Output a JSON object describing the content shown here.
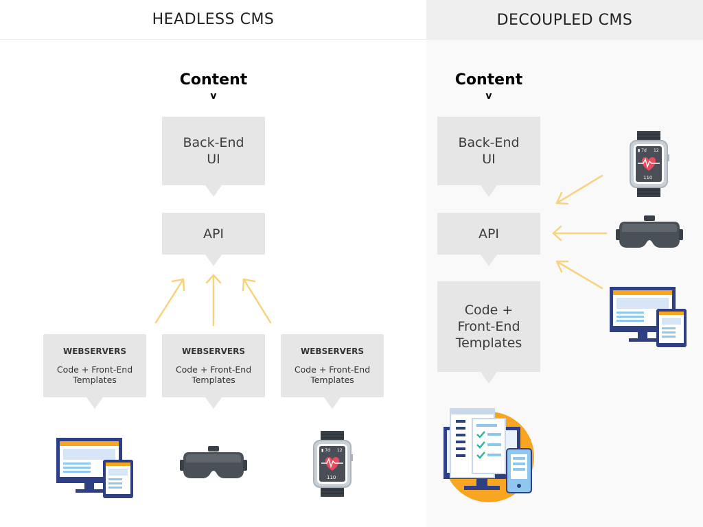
{
  "headers": {
    "left": "HEADLESS CMS",
    "right": "DECOUPLED CMS"
  },
  "headless": {
    "content_title": "Content",
    "content_arrow": "v",
    "backend_ui": {
      "line1": "Back-End",
      "line2": "UI"
    },
    "api": "API",
    "webservers": [
      {
        "title": "WEBSERVERS",
        "line1": "Code + Front-End",
        "line2": "Templates",
        "device": "desktop-tablet-icon"
      },
      {
        "title": "WEBSERVERS",
        "line1": "Code + Front-End",
        "line2": "Templates",
        "device": "vr-headset-icon"
      },
      {
        "title": "WEBSERVERS",
        "line1": "Code + Front-End",
        "line2": "Templates",
        "device": "smartwatch-icon"
      }
    ]
  },
  "decoupled": {
    "content_title": "Content",
    "content_arrow": "v",
    "backend_ui": {
      "line1": "Back-End",
      "line2": "UI"
    },
    "api": "API",
    "code_templates": {
      "line1": "Code +",
      "line2": "Front-End",
      "line3": "Templates"
    },
    "devices": [
      "smartwatch-icon",
      "vr-headset-icon",
      "desktop-tablet-icon",
      "website-monitor-icon"
    ]
  },
  "colors": {
    "bubble": "#e6e6e6",
    "arrow": "#f7d27f",
    "device_navy": "#2f3f83",
    "device_dark": "#3a4047",
    "accent_orange": "#f8a521",
    "screen_blue": "#8fc7ef"
  }
}
